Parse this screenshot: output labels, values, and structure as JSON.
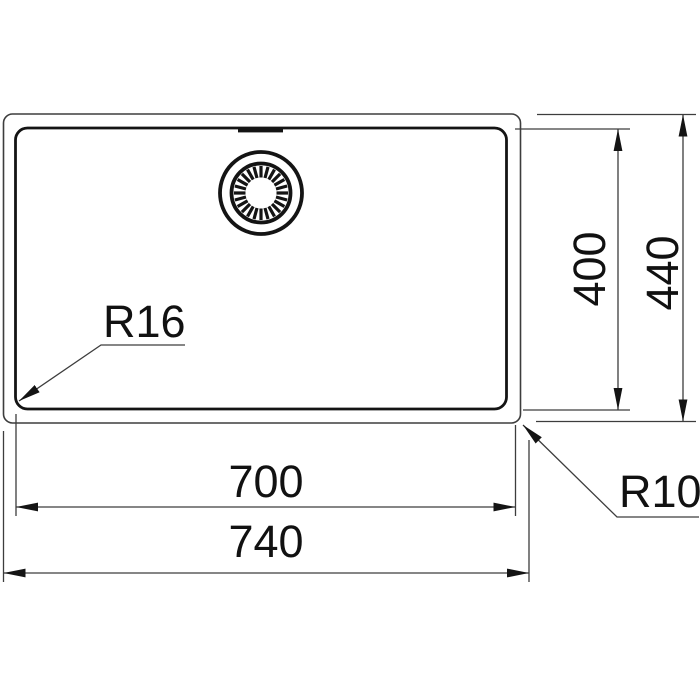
{
  "drawing": {
    "type": "technical-dimension-drawing",
    "subject": "kitchen sink top view",
    "dim_labels": {
      "bowl_width": "700",
      "overall_width": "740",
      "bowl_depth": "400",
      "overall_depth": "440",
      "bowl_corner_radius": "R16",
      "outer_corner_radius": "R10"
    },
    "icons": {
      "drain_icon": "circular-strainer-waste"
    },
    "colors": {
      "ink": "#141414",
      "line": "#3d3d3d",
      "background": "#ffffff"
    }
  }
}
